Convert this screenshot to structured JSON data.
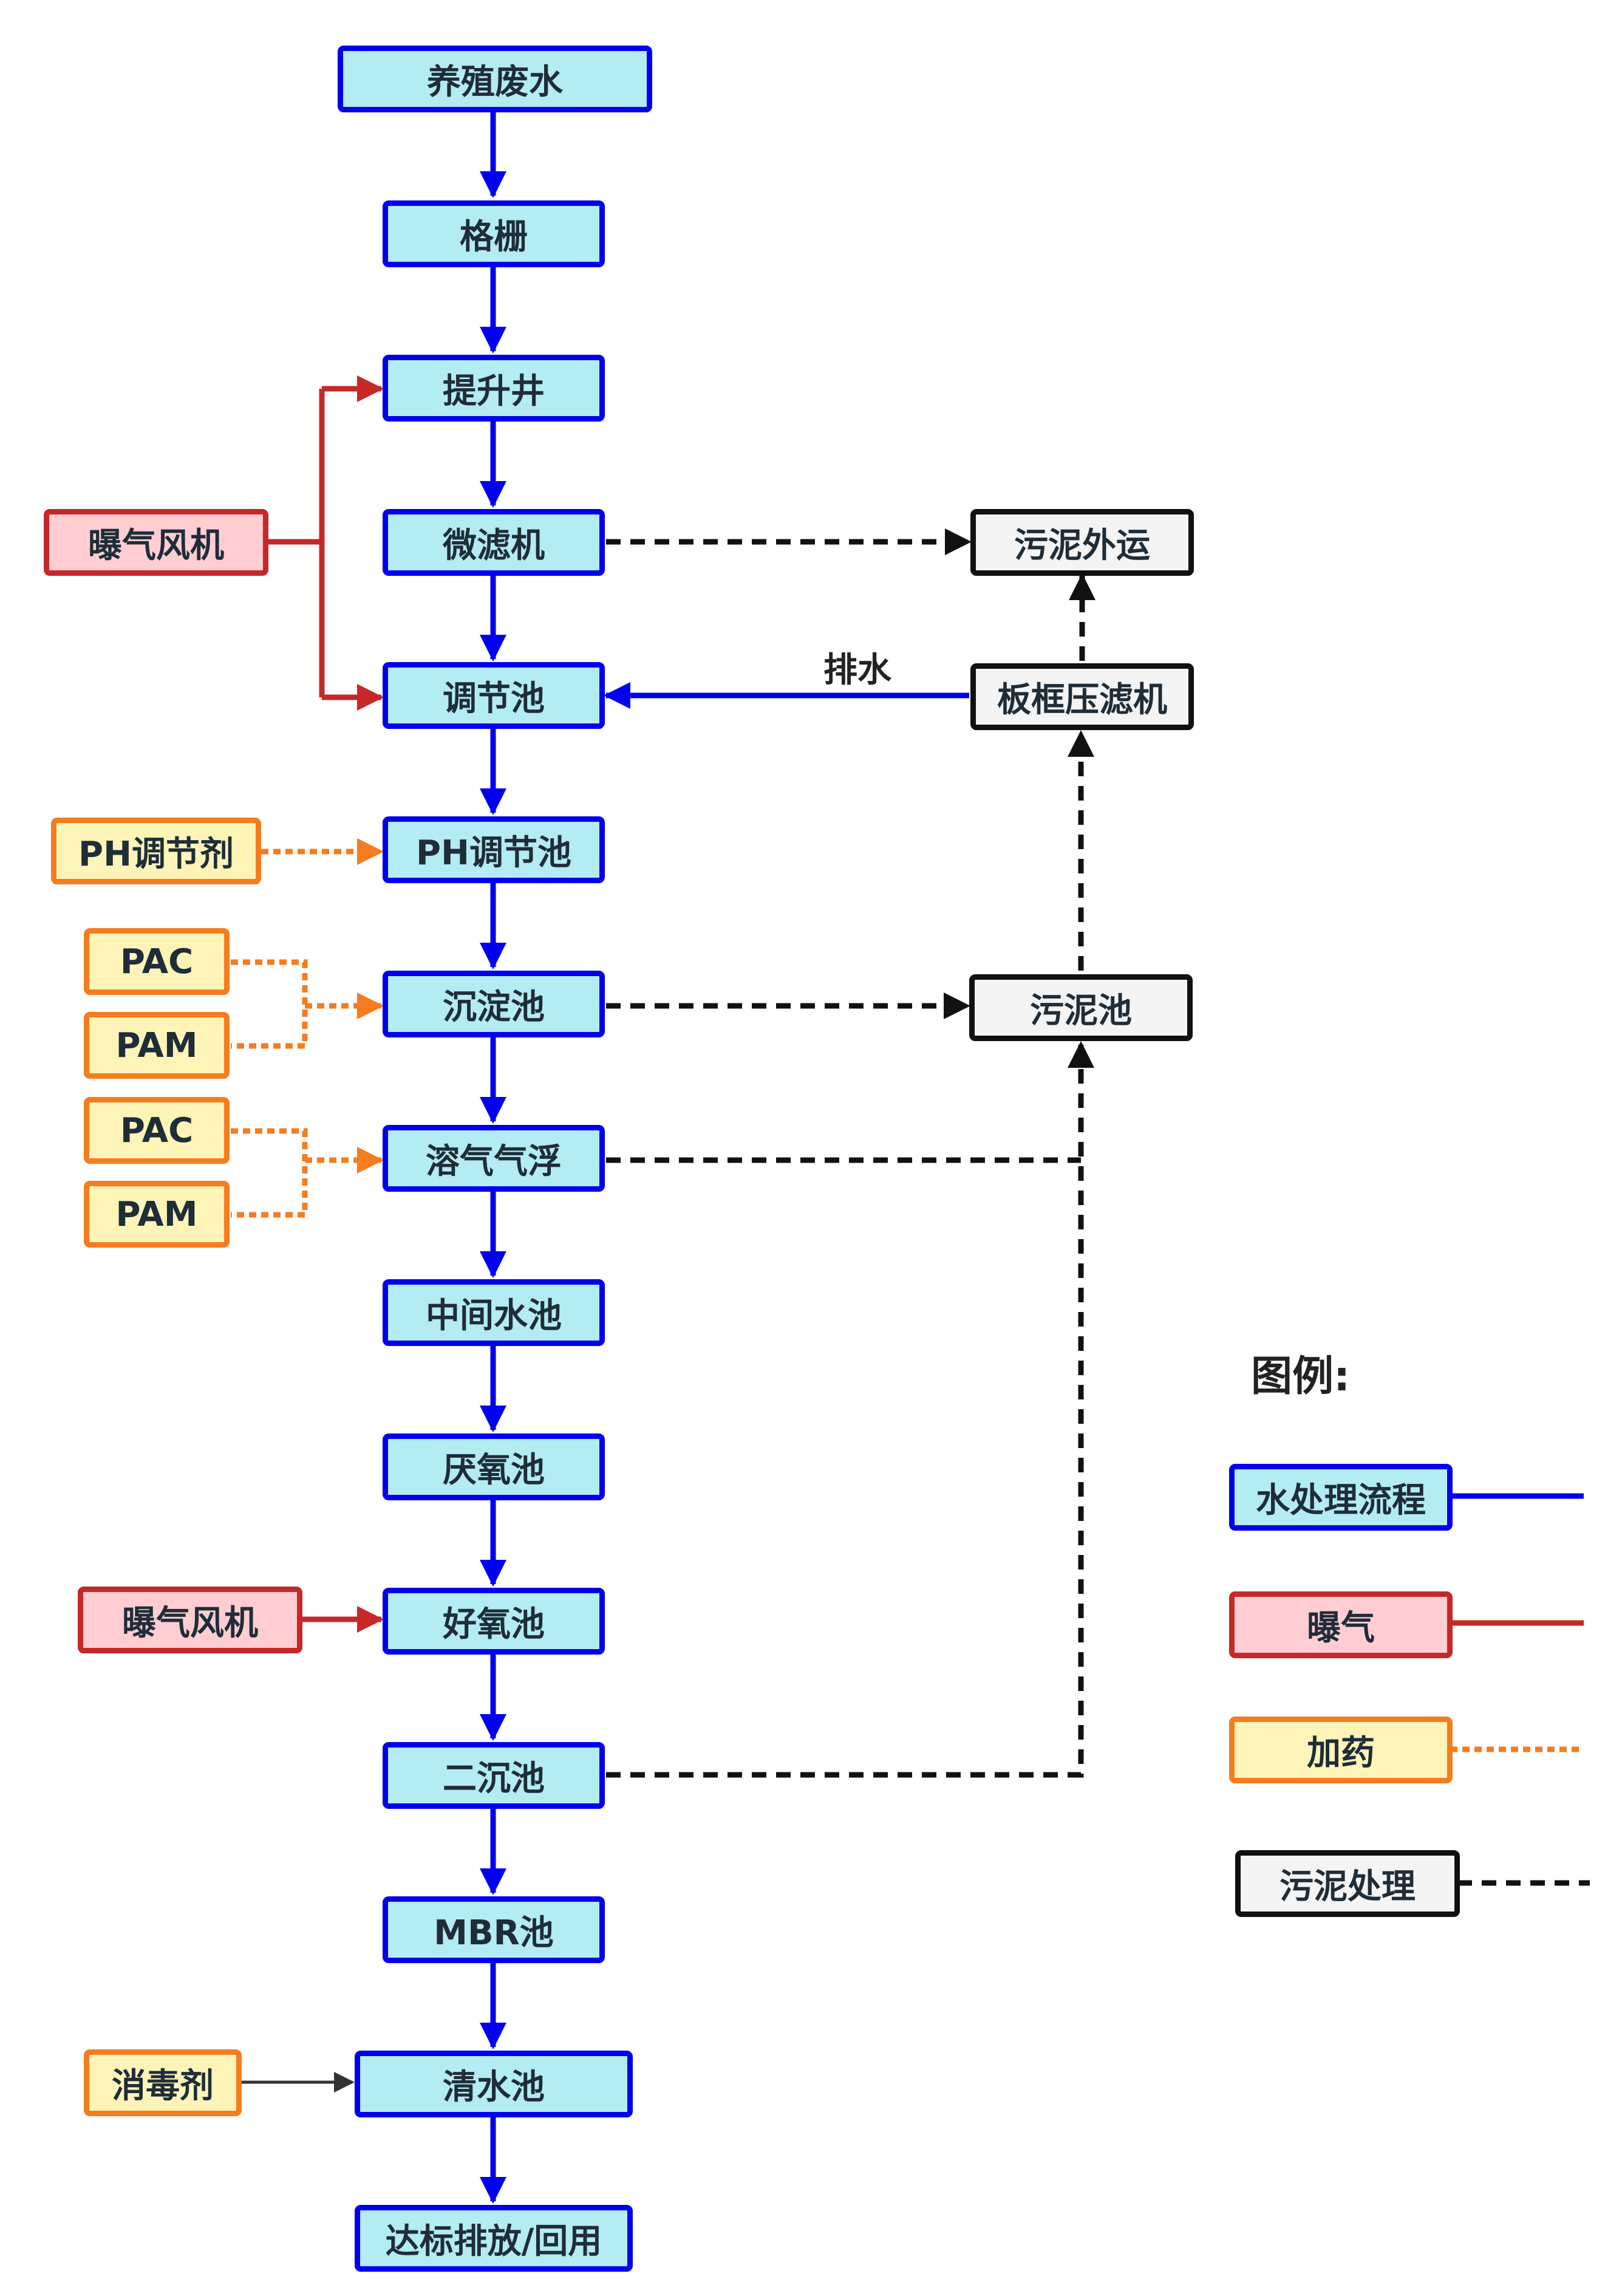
{
  "colors": {
    "water": "#0000ee",
    "aeration": "#c62828",
    "dosing": "#f57c1f",
    "sludge": "#111111",
    "disinfect_arrow": "#333333"
  },
  "main": {
    "n01": "养殖废水",
    "n02": "格栅",
    "n03": "提升井",
    "n04": "微滤机",
    "n05": "调节池",
    "n06": "PH调节池",
    "n07": "沉淀池",
    "n08": "溶气气浮",
    "n09": "中间水池",
    "n10": "厌氧池",
    "n11": "好氧池",
    "n12": "二沉池",
    "n13": "MBR池",
    "n14": "清水池",
    "n15": "达标排放/回用"
  },
  "inputs": {
    "blower_top": "曝气风机",
    "ph_agent": "PH调节剂",
    "pac_1": "PAC",
    "pam_1": "PAM",
    "pac_2": "PAC",
    "pam_2": "PAM",
    "blower_bottom": "曝气风机",
    "disinfectant": "消毒剂"
  },
  "sludge": {
    "outbound": "污泥外运",
    "filter_press": "板框压滤机",
    "sludge_tank": "污泥池",
    "drain_label": "排水"
  },
  "legend": {
    "title": "图例:",
    "water": "水处理流程",
    "aeration": "曝气",
    "dosing": "加药",
    "sludge": "污泥处理"
  }
}
